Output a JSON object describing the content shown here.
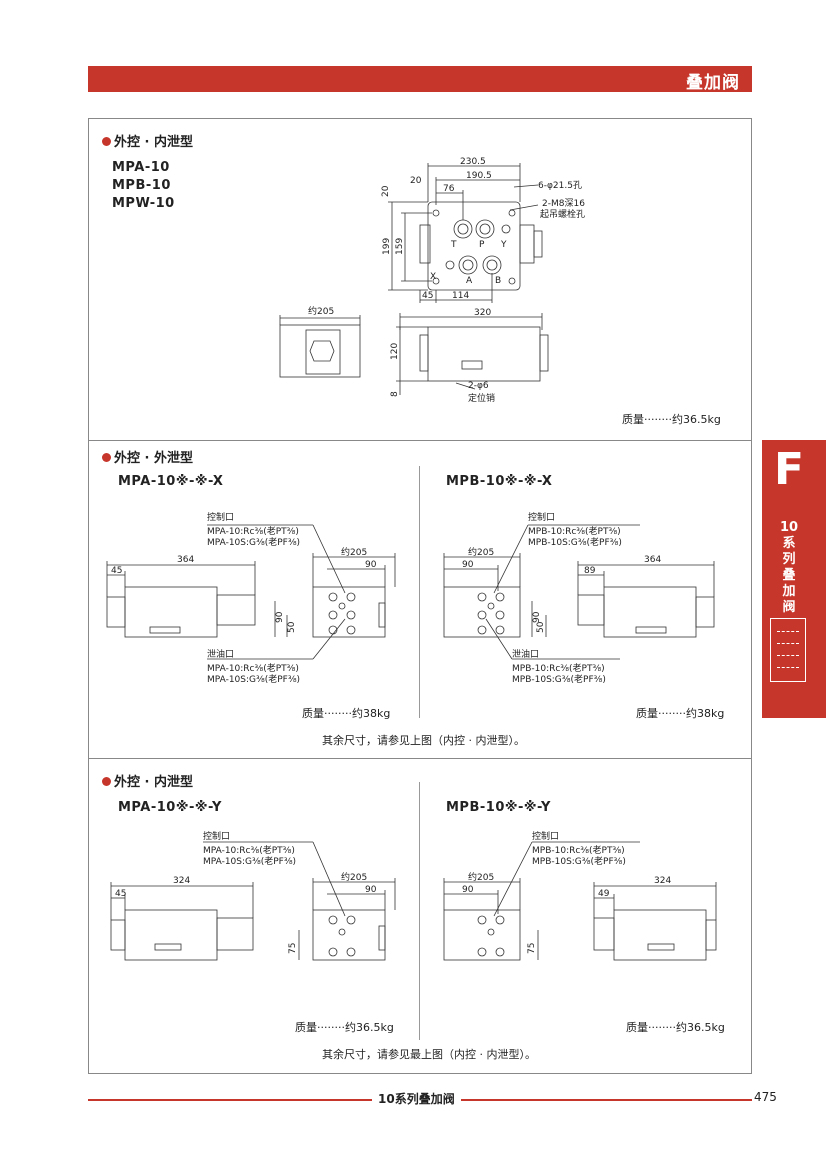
{
  "header": {
    "title": "叠加阀"
  },
  "side_tab": {
    "letter": "F",
    "series_chars": [
      "10",
      "系",
      "列",
      "叠",
      "加",
      "阀"
    ]
  },
  "section1": {
    "title": "外控 · 内泄型",
    "models": [
      "MPA-10",
      "MPB-10",
      "MPW-10"
    ],
    "dims": {
      "d230": "230.5",
      "d20": "20",
      "d190": "190.5",
      "d76": "76",
      "holes": "6-φ21.5孔",
      "m8": "2-M8深16",
      "lift": "起吊螺栓孔",
      "d199": "199",
      "d159": "159",
      "d20v": "20",
      "t": "T",
      "p": "P",
      "y": "Y",
      "x": "X",
      "a": "A",
      "b": "B",
      "d45": "45",
      "d114": "114",
      "d320": "320",
      "approx205": "约205",
      "d120": "120",
      "d8": "8",
      "pin": "2-φ6",
      "pin_label": "定位销"
    },
    "weight": "质量········约36.5kg"
  },
  "section2": {
    "title": "外控 · 外泄型",
    "left": {
      "model": "MPA-10※-※-X",
      "ctrl": "控制口",
      "ctrl1": "MPA-10:Rc⅜(老PT⅜)",
      "ctrl2": "MPA-10S:G⅜(老PF⅜)",
      "d364": "364",
      "d45": "45",
      "approx205": "约205",
      "d90": "90",
      "v90": "90",
      "v50": "50",
      "drain": "泄油口",
      "drain1": "MPA-10:Rc⅜(老PT⅜)",
      "drain2": "MPA-10S:G⅜(老PF⅜)",
      "weight": "质量········约38kg"
    },
    "right": {
      "model": "MPB-10※-※-X",
      "ctrl": "控制口",
      "ctrl1": "MPB-10:Rc⅜(老PT⅜)",
      "ctrl2": "MPB-10S:G⅜(老PF⅜)",
      "approx205": "约205",
      "d90": "90",
      "d364": "364",
      "d89": "89",
      "v90": "90",
      "v50": "50",
      "drain": "泄油口",
      "drain1": "MPB-10:Rc⅜(老PT⅜)",
      "drain2": "MPB-10S:G⅜(老PF⅜)",
      "weight": "质量········约38kg"
    },
    "note": "其余尺寸，请参见上图（内控 · 内泄型）。"
  },
  "section3": {
    "title": "外控 · 内泄型",
    "left": {
      "model": "MPA-10※-※-Y",
      "ctrl": "控制口",
      "ctrl1": "MPA-10:Rc⅜(老PT⅜)",
      "ctrl2": "MPA-10S:G⅜(老PF⅜)",
      "d324": "324",
      "d45": "45",
      "approx205": "约205",
      "d90": "90",
      "v75": "75",
      "weight": "质量········约36.5kg"
    },
    "right": {
      "model": "MPB-10※-※-Y",
      "ctrl": "控制口",
      "ctrl1": "MPB-10:Rc⅜(老PT⅜)",
      "ctrl2": "MPB-10S:G⅜(老PF⅜)",
      "approx205": "约205",
      "d90": "90",
      "d324": "324",
      "d49": "49",
      "v75": "75",
      "weight": "质量········约36.5kg"
    },
    "note": "其余尺寸，请参见最上图（内控 · 内泄型）。"
  },
  "footer": {
    "title": "10系列叠加阀",
    "page": "475"
  }
}
